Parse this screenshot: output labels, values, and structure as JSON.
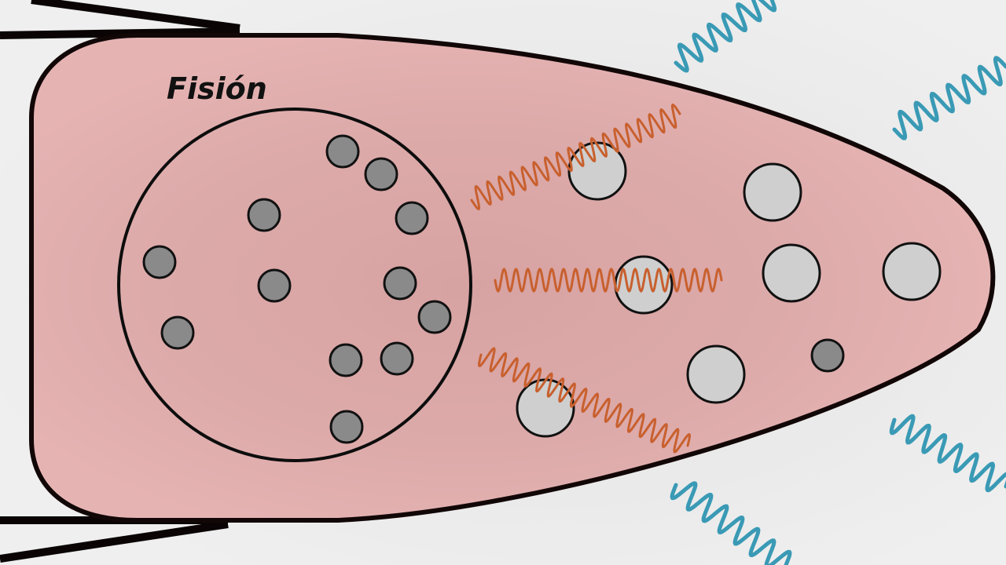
{
  "diagram": {
    "title": "Fisión"
  },
  "colors": {
    "background": "#ededed",
    "warhead_fill": "#e4b2b2",
    "warhead_core": "#d7a2a2",
    "outline": "#0f0606",
    "fissile_particle": "#8a8a8a",
    "released_particle": "#cfcfcf",
    "gamma_wave_inner": "#c8602e",
    "gamma_wave_outer": "#3a9ab5"
  },
  "icons": {
    "fissile_core": "circle-outline",
    "particle": "filled-circle",
    "wave": "sine-wave"
  }
}
